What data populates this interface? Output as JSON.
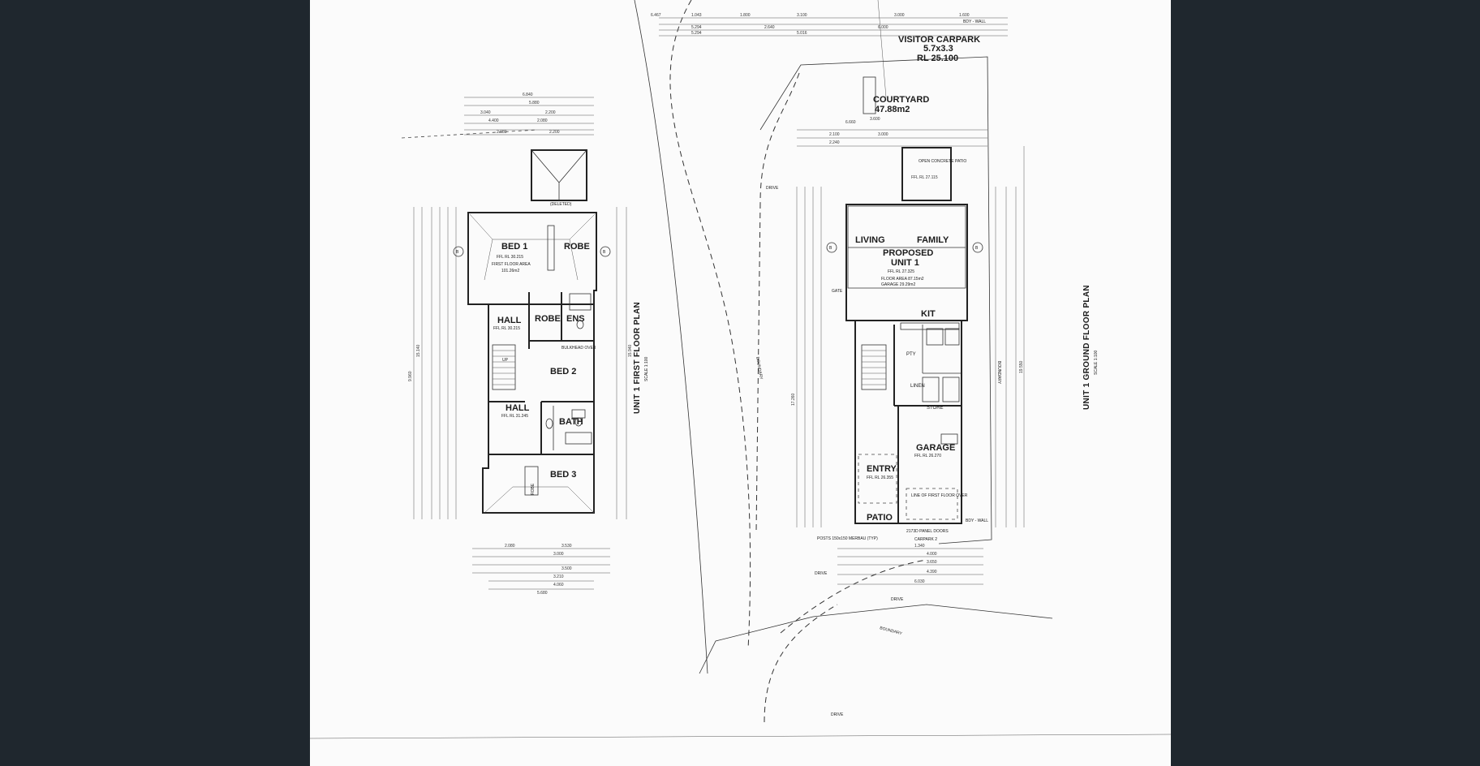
{
  "first_floor": {
    "title": "UNIT 1 FIRST FLOOR PLAN",
    "scale": "SCALE 1:100",
    "rooms": {
      "bed1": "BED 1",
      "robe1": "ROBE",
      "hall1": "HALL",
      "robe2": "ROBE",
      "ens": "ENS",
      "bed2": "BED 2",
      "hall2": "HALL",
      "bath": "BATH",
      "bed3": "BED 3",
      "robe3": "ROBE"
    },
    "notes": {
      "ffl_bed1": "FFL RL 30.215",
      "area": "FIRST FLOOR AREA",
      "area_val": "101.26m2",
      "ffl_hall": "FFL RL 30.215",
      "ffl_hall2": "FFL RL 31.245",
      "deleted": "(DELETED)",
      "bulkhead": "BULKHEAD OVER",
      "up": "UP"
    }
  },
  "ground_floor": {
    "title": "UNIT 1 GROUND FLOOR PLAN",
    "scale": "SCALE 1:100",
    "visitor_carpark": "VISITOR CARPARK",
    "carpark_size": "5.7x3.3",
    "carpark_rl": "RL 25.100",
    "courtyard": "COURTYARD",
    "courtyard_area": "47.88m2",
    "open_patio": "OPEN CONCRETE PATIO",
    "living": "LIVING",
    "family": "FAMILY",
    "proposed": "PROPOSED",
    "unit": "UNIT 1",
    "ffl_unit": "FFL RL 27.325",
    "floor_area": "FLOOR AREA 87.15m2",
    "garage_area": "GARAGE 29.29m2",
    "kit": "KIT",
    "pty": "PTY",
    "linen": "LINEN",
    "store": "STORE",
    "garage": "GARAGE",
    "ffl_garage": "FFL RL 26.270",
    "entry": "ENTRY",
    "ffl_entry": "FFL RL 26.355",
    "patio": "PATIO",
    "line_first_floor": "LINE OF FIRST FLOOR OVER",
    "posts": "POSTS 150x150 MERBAU (TYP)",
    "panel_doors": "2173D PANEL DOORS",
    "carpark2": "CARPARK 2",
    "gate": "GATE",
    "bdy_wall": "BDY - WALL",
    "bdy_wall_top": "BDY - WALL"
  },
  "site": {
    "drive": "DRIVE",
    "boundary": "BOUNDARY"
  }
}
